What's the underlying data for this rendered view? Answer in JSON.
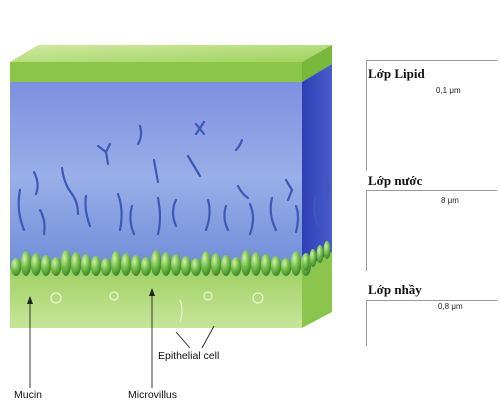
{
  "callouts": {
    "mucin": "Mucin",
    "microvillus": "Microvillus",
    "epithelial_cell": "Epithelial cell"
  },
  "layers": [
    {
      "name": "Lớp Lipid",
      "thickness": "0,1 μm"
    },
    {
      "name": "Lớp nước",
      "thickness": "8 μm"
    },
    {
      "name": "Lớp nhầy",
      "thickness": "0,8 μm"
    }
  ],
  "colors": {
    "lipid_top": "#b9e07a",
    "lipid_front": "#8cc548",
    "aqueous_front": "#8a9ee6",
    "aqueous_side": "#3f4fc2",
    "mucin_strand": "#3d58b8",
    "epithelium": "#a6d46a",
    "microvilli": "#5fae3d"
  }
}
